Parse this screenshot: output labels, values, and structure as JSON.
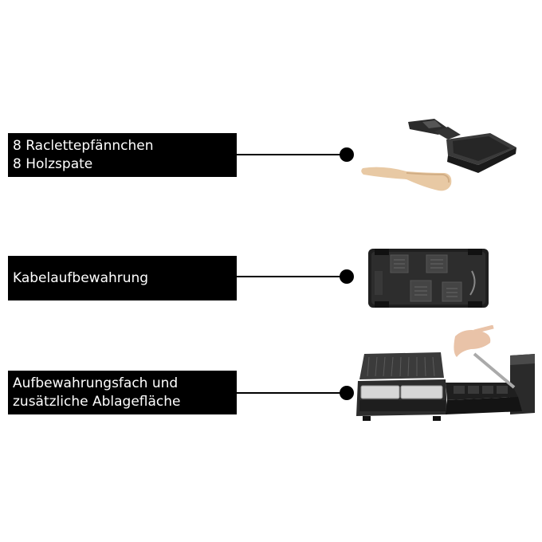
{
  "features": [
    {
      "lines": [
        "8 Raclettepfännchen",
        "8 Holzspate"
      ],
      "icon": "raclette-pan-and-spatula"
    },
    {
      "lines": [
        "Kabelaufbewahrung"
      ],
      "icon": "cable-storage-underside"
    },
    {
      "lines": [
        "Aufbewahrungsfach und",
        "zusätzliche Ablagefläche"
      ],
      "icon": "storage-drawer"
    }
  ],
  "colors": {
    "label_background": "#000000",
    "label_text": "#ffffff",
    "connector": "#000000"
  }
}
